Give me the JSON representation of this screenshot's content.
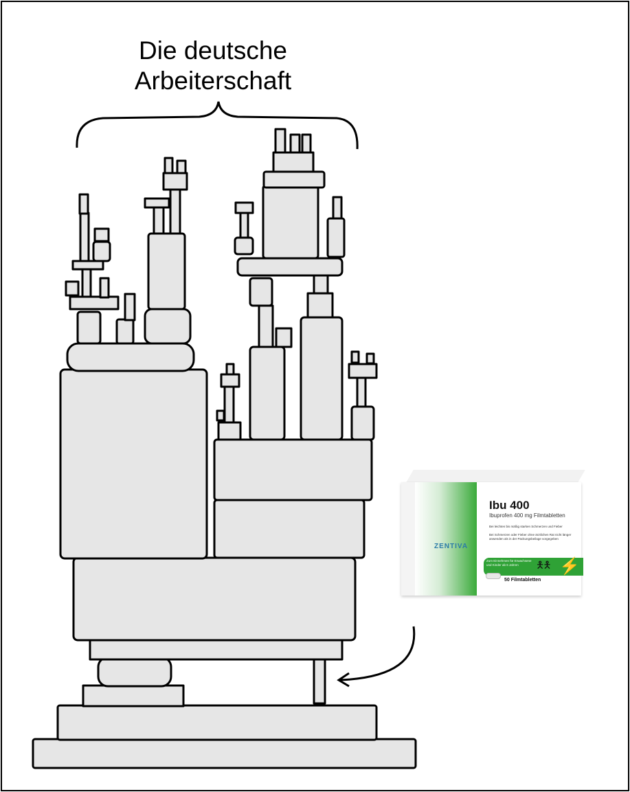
{
  "caption": {
    "line1": "Die deutsche",
    "line2": "Arbeiterschaft"
  },
  "medicine_box": {
    "brand": "ZENTIVA",
    "title": "Ibu 400",
    "subtitle": "Ibuprofen 400 mg Filmtabletten",
    "indication": "Bei leichten bis mäßig starken Schmerzen und Fieber",
    "warning": "Bei Schmerzen oder Fieber ohne ärztlichen Rat nicht länger anwenden als in der Packungsbeilage vorgegeben",
    "dosage": "Zum Einnehmen für Erwachsene und Kinder ab 6 Jahren",
    "count": "50 Filmtabletten",
    "accent_color": "#2fa236"
  }
}
